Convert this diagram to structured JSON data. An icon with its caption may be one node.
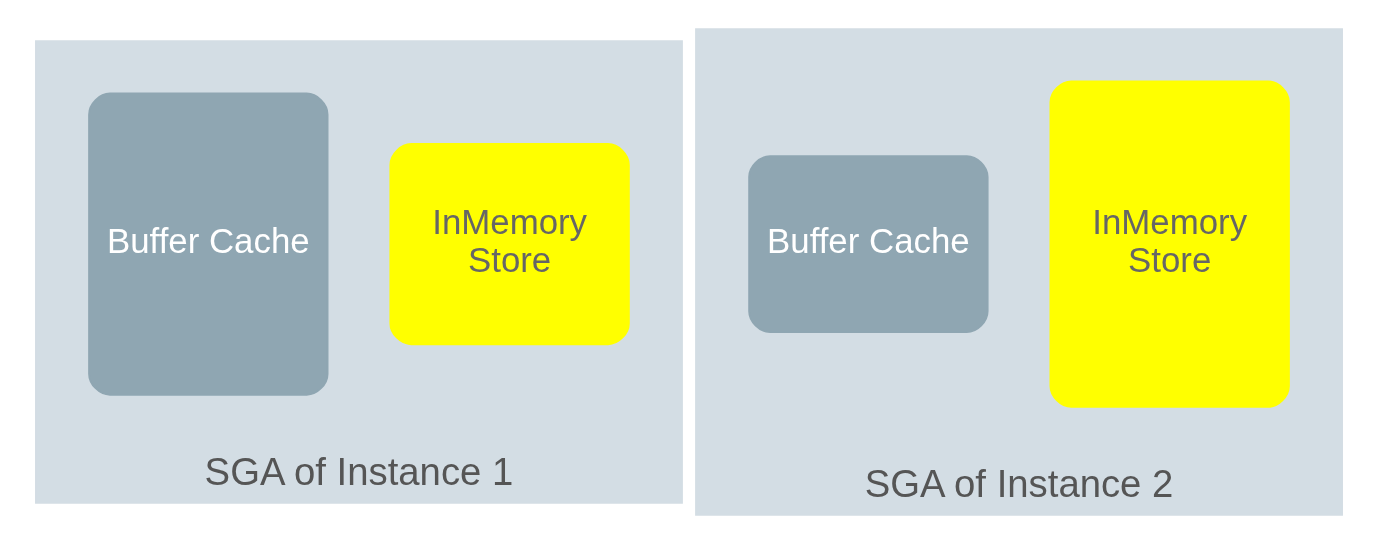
{
  "diagram": {
    "nodes": [
      {
        "text": [
          "SGA of Instance 1"
        ]
      },
      {
        "text": [
          "Buffer Cache"
        ],
        "in": 0
      },
      {
        "text": [
          "InMemory Store"
        ],
        "in": 0
      },
      {
        "text": [
          "SGA of Instance 2"
        ]
      },
      {
        "text": [
          "Buffer Cache"
        ],
        "in": 3
      },
      {
        "text": [
          "InMemory Store"
        ],
        "in": 3
      }
    ]
  }
}
